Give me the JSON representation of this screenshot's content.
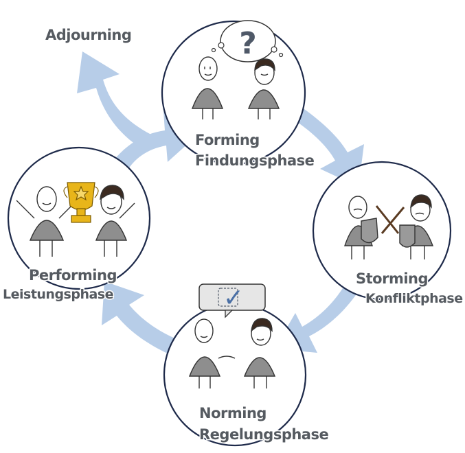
{
  "diagram": {
    "adjourning": "Adjourning",
    "phases": [
      {
        "name": "Forming",
        "subtitle": "Findungsphase"
      },
      {
        "name": "Storming",
        "subtitle": "Konfliktphase"
      },
      {
        "name": "Norming",
        "subtitle": "Regelungsphase"
      },
      {
        "name": "Performing",
        "subtitle": "Leistungsphase"
      }
    ],
    "speech_bubble_symbol": "?",
    "agreement_symbol": "✓",
    "colors": {
      "arrow": "#b7cde8",
      "circle_stroke": "#1e2a4a",
      "label": "#555a60",
      "figure_body": "#8e8e8e",
      "hair": "#3b2a20",
      "trophy": "#e8b51a"
    }
  }
}
